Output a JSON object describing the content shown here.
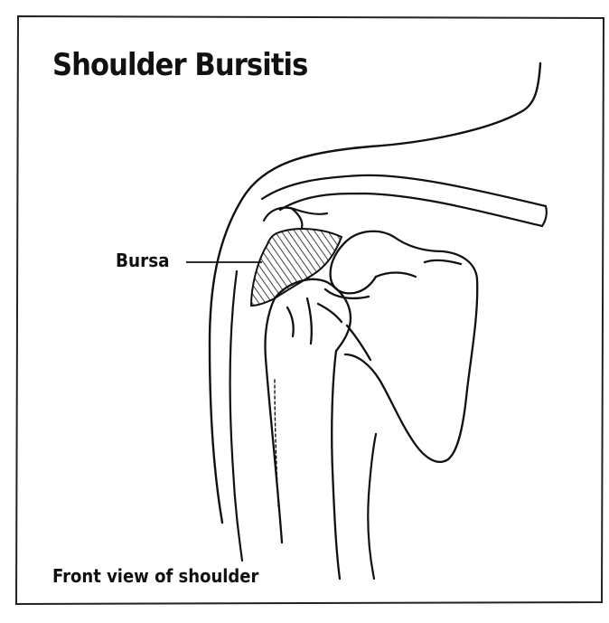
{
  "title": "Shoulder Bursitis",
  "labels": {
    "bursa": "Bursa"
  },
  "caption": "Front view of shoulder",
  "colors": {
    "ink": "#111111",
    "paper": "#ffffff"
  }
}
